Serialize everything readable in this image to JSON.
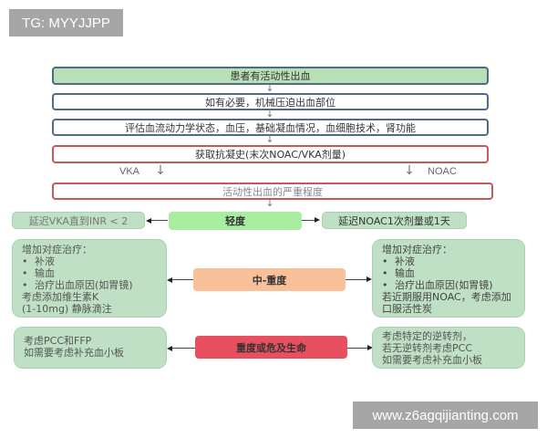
{
  "watermark_top": "TG: MYYJJPP",
  "watermark_bottom": "www.z6agqijianting.com",
  "flow": {
    "step1": "患者有活动性出血",
    "step2": "如有必要，机械压迫出血部位",
    "step3": "评估血流动力学状态，血压，基础凝血情况，血细胞技术，肾功能",
    "step4": "获取抗凝史(末次NOAC/VKA剂量)",
    "branch_left": "VKA",
    "branch_right": "NOAC",
    "step5": "活动性出血的严重程度"
  },
  "severity": {
    "mild": {
      "label": "轻度",
      "color": "#a8eea0",
      "vka": "延迟VKA直到INR < 2",
      "noac": "延迟NOAC1次剂量或1天"
    },
    "moderate": {
      "label": "中-重度",
      "color": "#f8c199",
      "vka": {
        "title": "增加对症治疗：",
        "items": [
          "补液",
          "输血",
          "治疗出血原因(如胃镜)"
        ],
        "extra": [
          "考虑添加维生素K",
          "(1-10mg) 静脉滴注"
        ]
      },
      "noac": {
        "title": "增加对症治疗：",
        "items": [
          "补液",
          "输血",
          "治疗出血原因(如胃镜)"
        ],
        "extra": [
          "若近期服用NOAC，考虑添加",
          "口服活性炭"
        ]
      }
    },
    "severe": {
      "label": "重度或危及生命",
      "color": "#e8505f",
      "vka": [
        "考虑PCC和FFP",
        "如需要考虑补充血小板"
      ],
      "noac": [
        "考虑特定的逆转剂，",
        "若无逆转剂考虑PCC",
        "如需要考虑补充血小板"
      ]
    }
  }
}
